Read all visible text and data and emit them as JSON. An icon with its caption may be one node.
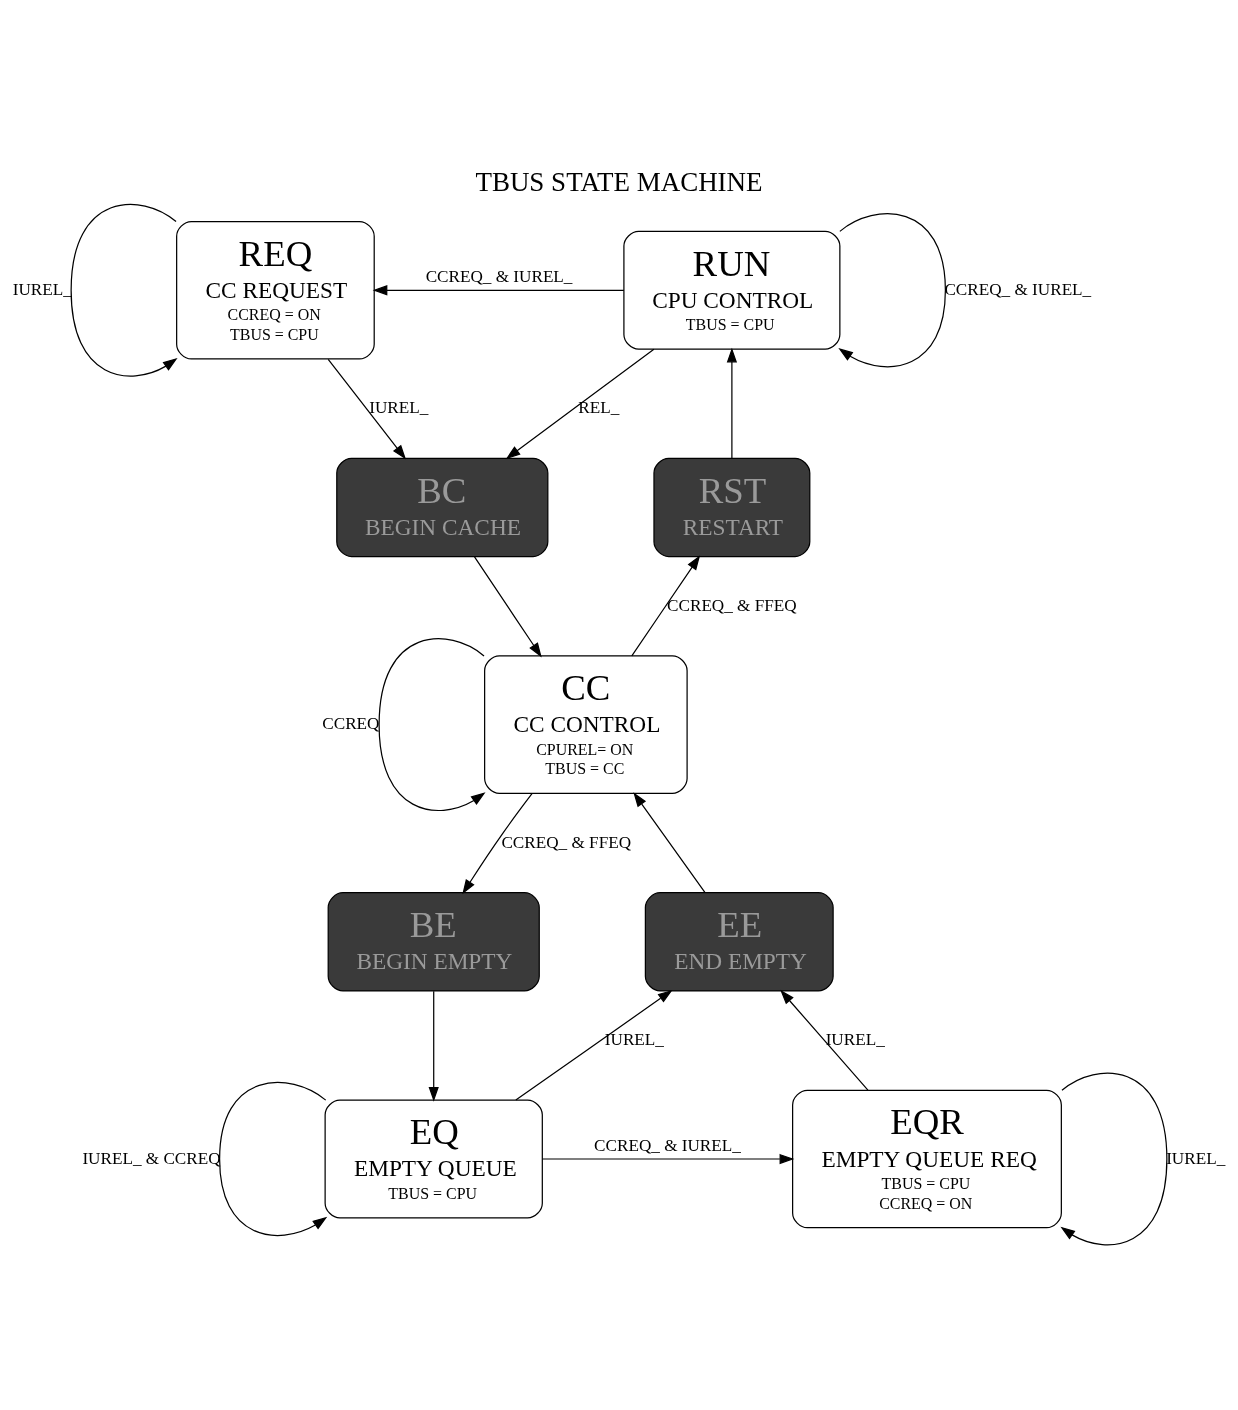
{
  "diagram": {
    "title": "TBUS STATE MACHINE",
    "nodes": [
      {
        "text": [
          "REQ",
          "CC REQUEST",
          "CCREQ = ON",
          "TBUS = CPU"
        ]
      },
      {
        "text": [
          "RUN",
          "CPU CONTROL",
          "TBUS = CPU"
        ]
      },
      {
        "text": [
          "BC",
          "BEGIN CACHE"
        ]
      },
      {
        "text": [
          "RST",
          "RESTART"
        ]
      },
      {
        "text": [
          "CC",
          "CC CONTROL",
          "CPUREL= ON",
          "TBUS = CC"
        ]
      },
      {
        "text": [
          "BE",
          "BEGIN EMPTY"
        ]
      },
      {
        "text": [
          "EE",
          "END EMPTY"
        ]
      },
      {
        "text": [
          "EQ",
          "EMPTY QUEUE",
          "TBUS = CPU"
        ]
      },
      {
        "text": [
          "EQR",
          "EMPTY QUEUE REQ",
          "TBUS = CPU",
          "CCREQ = ON"
        ]
      }
    ],
    "edges": [
      {
        "from": 0,
        "to": 0,
        "arrow": "to",
        "label": "IUREL_"
      },
      {
        "from": 1,
        "to": 0,
        "arrow": "to",
        "label": "CCREQ_ & IUREL_"
      },
      {
        "from": 1,
        "to": 1,
        "arrow": "to",
        "label": "CCREQ_ & IUREL_"
      },
      {
        "from": 0,
        "to": 2,
        "arrow": "to",
        "label": "IUREL_"
      },
      {
        "from": 1,
        "to": 2,
        "arrow": "to",
        "label": "REL_"
      },
      {
        "from": 3,
        "to": 1,
        "arrow": "to"
      },
      {
        "from": 2,
        "to": 4,
        "arrow": "to"
      },
      {
        "from": 4,
        "to": 3,
        "arrow": "to",
        "label": "CCREQ_ & FFEQ"
      },
      {
        "from": 4,
        "to": 4,
        "arrow": "to",
        "label": "CCREQ"
      },
      {
        "from": 4,
        "to": 5,
        "arrow": "to",
        "label": "CCREQ_ & FFEQ"
      },
      {
        "from": 6,
        "to": 4,
        "arrow": "to"
      },
      {
        "from": 5,
        "to": 7,
        "arrow": "to"
      },
      {
        "from": 7,
        "to": 7,
        "arrow": "to",
        "label": "IUREL_ & CCREQ"
      },
      {
        "from": 7,
        "to": 6,
        "arrow": "to",
        "label": "IUREL_"
      },
      {
        "from": 7,
        "to": 8,
        "arrow": "to",
        "label": "CCREQ_ & IUREL_"
      },
      {
        "from": 8,
        "to": 6,
        "arrow": "to",
        "label": "IUREL_"
      },
      {
        "from": 8,
        "to": 8,
        "arrow": "to",
        "label": "IUREL_"
      }
    ]
  }
}
